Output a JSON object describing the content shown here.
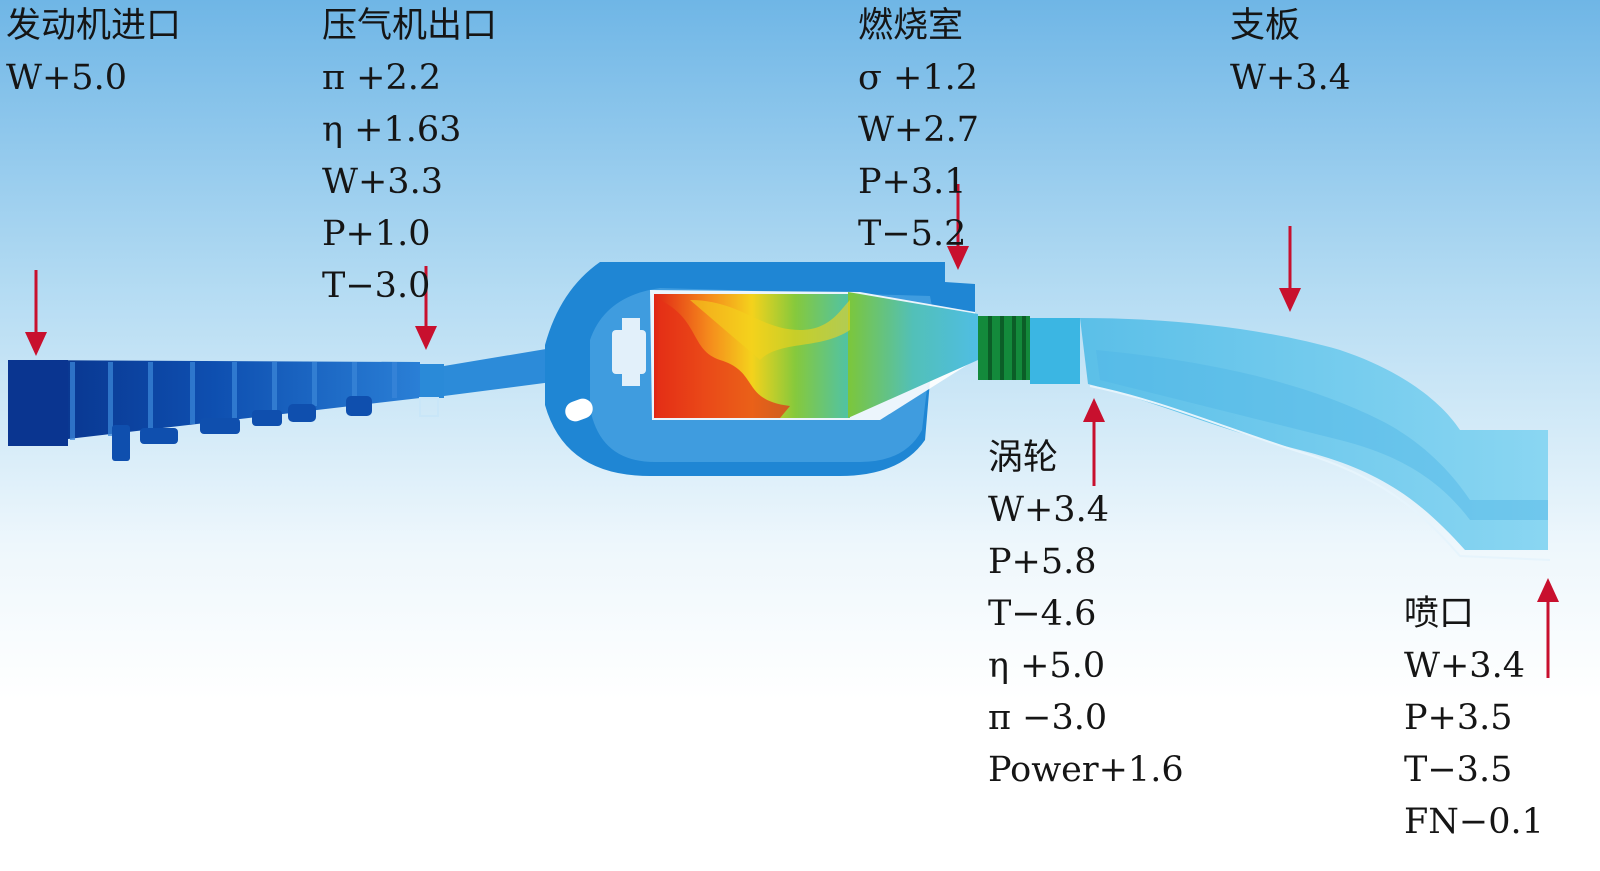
{
  "stations": [
    {
      "name": "发动机进口",
      "values": [
        "W+5.0"
      ]
    },
    {
      "name": "压气机出口",
      "values": [
        "π +2.2",
        "η +1.63",
        "W+3.3",
        "P+1.0",
        "T−3.0"
      ]
    },
    {
      "name": "燃烧室",
      "values": [
        "σ +1.2",
        "W+2.7",
        "P+3.1",
        "T−5.2"
      ]
    },
    {
      "name": "支板",
      "values": [
        "W+3.4"
      ]
    },
    {
      "name": "涡轮",
      "values": [
        "W+3.4",
        "P+5.8",
        "T−4.6",
        "η +5.0",
        "π −3.0",
        "Power+1.6"
      ]
    },
    {
      "name": "喷口",
      "values": [
        "W+3.4",
        "P+3.5",
        "T−3.5",
        "FN−0.1"
      ]
    }
  ],
  "colors": {
    "arrow": "#c8102e",
    "background_top": "#6fb6e6",
    "engine_casing": "#1f86d4",
    "compressor": "#0b3f9c",
    "flame_hot": "#e53017",
    "flame_warm": "#f4d21c",
    "flame_mid": "#7cc63a",
    "nozzle_flow": "#62c3ea"
  }
}
